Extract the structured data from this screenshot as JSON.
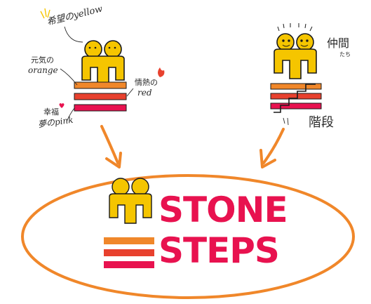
{
  "colors": {
    "yellow": "#f5c500",
    "orange": "#f0872a",
    "red": "#e8412e",
    "pink": "#e8124f",
    "arrow": "#f0872a",
    "ink": "#1a1a1a"
  },
  "left_sketch": {
    "label_yellow": "希望のyellow",
    "label_orange_1": "元気の",
    "label_orange_2": "orange",
    "label_red_1": "情熱の",
    "label_red_2": "red",
    "label_pink_1": "幸福",
    "label_pink_2": "夢のpink"
  },
  "right_sketch": {
    "label_friends": "仲間",
    "label_friends_sub": "たち",
    "label_steps": "階段"
  },
  "logo": {
    "line1": "STONE",
    "line2": "STEPS"
  }
}
